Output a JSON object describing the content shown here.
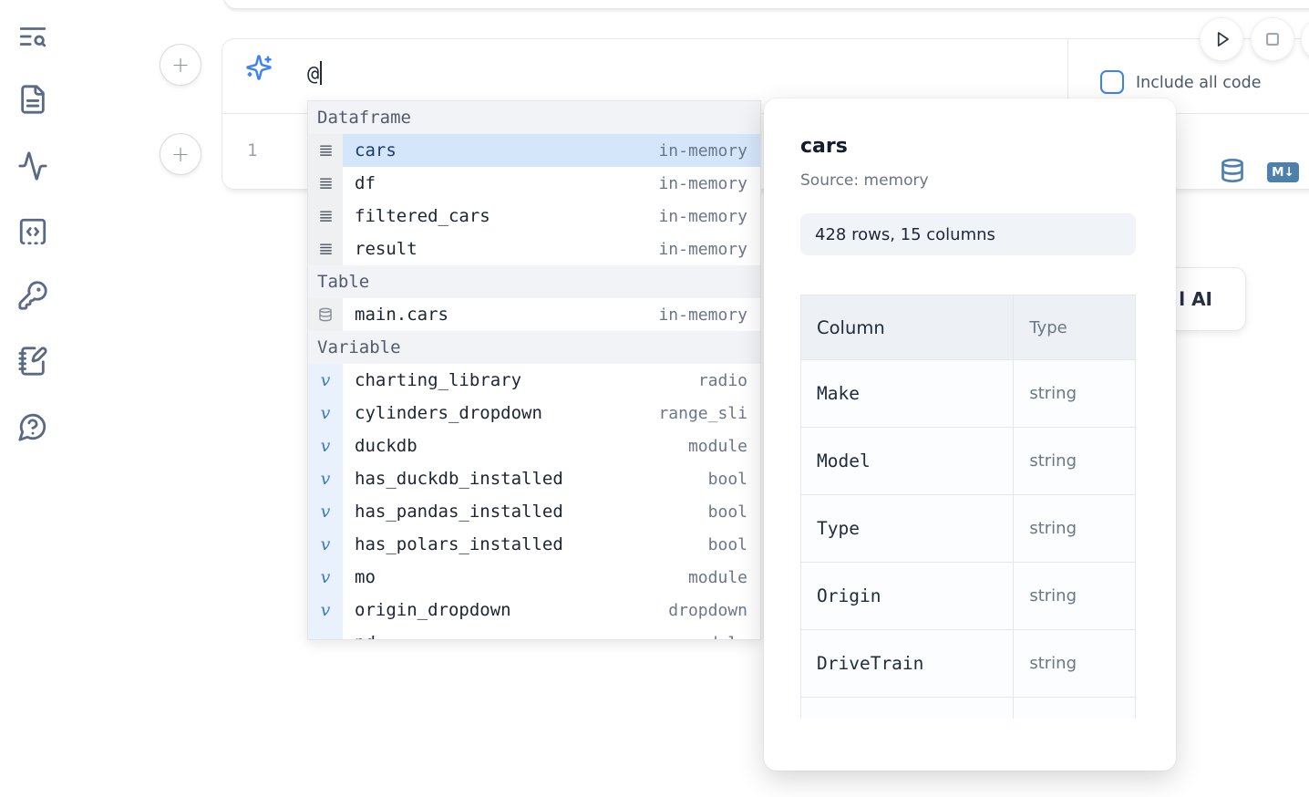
{
  "sidebar": {
    "icons": [
      "notebook-search-icon",
      "file-text-icon",
      "activity-icon",
      "code-cell-icon",
      "key-icon",
      "scratchpad-icon",
      "help-icon"
    ]
  },
  "controls": {
    "icons": [
      "play-icon",
      "stop-icon",
      "partial-circle-icon"
    ]
  },
  "cell": {
    "add_button_label": "+",
    "prompt": {
      "value": "@"
    },
    "include_all_code": {
      "label": "Include all code",
      "checked": false
    },
    "editor": {
      "line_number": "1"
    },
    "markdown_badge": "M↓"
  },
  "autocomplete": {
    "rows": [
      {
        "kind": "header",
        "label": "Dataframe"
      },
      {
        "kind": "item",
        "icon": "dataframe",
        "name": "cars",
        "detail": "in-memory",
        "selected": true
      },
      {
        "kind": "item",
        "icon": "dataframe",
        "name": "df",
        "detail": "in-memory"
      },
      {
        "kind": "item",
        "icon": "dataframe",
        "name": "filtered_cars",
        "detail": "in-memory"
      },
      {
        "kind": "item",
        "icon": "dataframe",
        "name": "result",
        "detail": "in-memory"
      },
      {
        "kind": "header",
        "label": "Table"
      },
      {
        "kind": "item",
        "icon": "table",
        "name": "main.cars",
        "detail": "in-memory"
      },
      {
        "kind": "header",
        "label": "Variable"
      },
      {
        "kind": "item",
        "icon": "variable",
        "name": "charting_library",
        "detail": "radio"
      },
      {
        "kind": "item",
        "icon": "variable",
        "name": "cylinders_dropdown",
        "detail": "range_sli"
      },
      {
        "kind": "item",
        "icon": "variable",
        "name": "duckdb",
        "detail": "module"
      },
      {
        "kind": "item",
        "icon": "variable",
        "name": "has_duckdb_installed",
        "detail": "bool"
      },
      {
        "kind": "item",
        "icon": "variable",
        "name": "has_pandas_installed",
        "detail": "bool"
      },
      {
        "kind": "item",
        "icon": "variable",
        "name": "has_polars_installed",
        "detail": "bool"
      },
      {
        "kind": "item",
        "icon": "variable",
        "name": "mo",
        "detail": "module"
      },
      {
        "kind": "item",
        "icon": "variable",
        "name": "origin_dropdown",
        "detail": "dropdown"
      },
      {
        "kind": "item",
        "icon": "variable",
        "name": "pd",
        "detail": "module"
      }
    ]
  },
  "preview": {
    "title": "cars",
    "source_label": "Source: memory",
    "shape_badge": "428 rows, 15 columns",
    "table": {
      "headers": [
        "Column",
        "Type"
      ],
      "rows": [
        {
          "column": "Make",
          "type": "string"
        },
        {
          "column": "Model",
          "type": "string"
        },
        {
          "column": "Type",
          "type": "string"
        },
        {
          "column": "Origin",
          "type": "string"
        },
        {
          "column": "DriveTrain",
          "type": "string"
        },
        {
          "column": "",
          "type": ""
        }
      ]
    }
  },
  "ai_card": {
    "visible_fragment": "l AI"
  }
}
